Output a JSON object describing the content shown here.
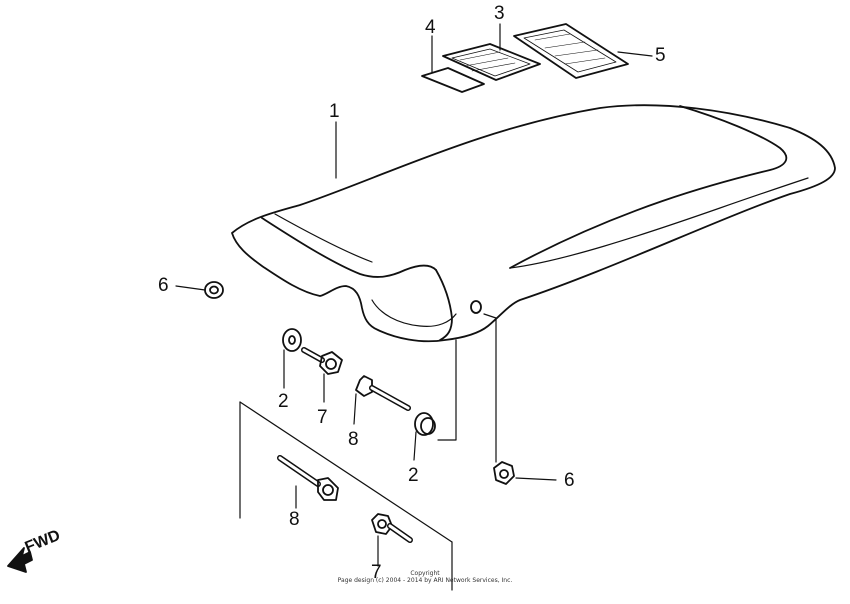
{
  "callouts": {
    "c1": "1",
    "c2a": "2",
    "c2b": "2",
    "c3": "3",
    "c4": "4",
    "c5": "5",
    "c6a": "6",
    "c6b": "6",
    "c7a": "7",
    "c7b": "7",
    "c8a": "8",
    "c8b": "8"
  },
  "fwd": "FWD",
  "copyright": {
    "line1": "Copyright",
    "line2": "Page design (c) 2004 - 2014 by ARI Network Services, Inc."
  },
  "colors": {
    "ink": "#111111",
    "paper": "#ffffff"
  }
}
